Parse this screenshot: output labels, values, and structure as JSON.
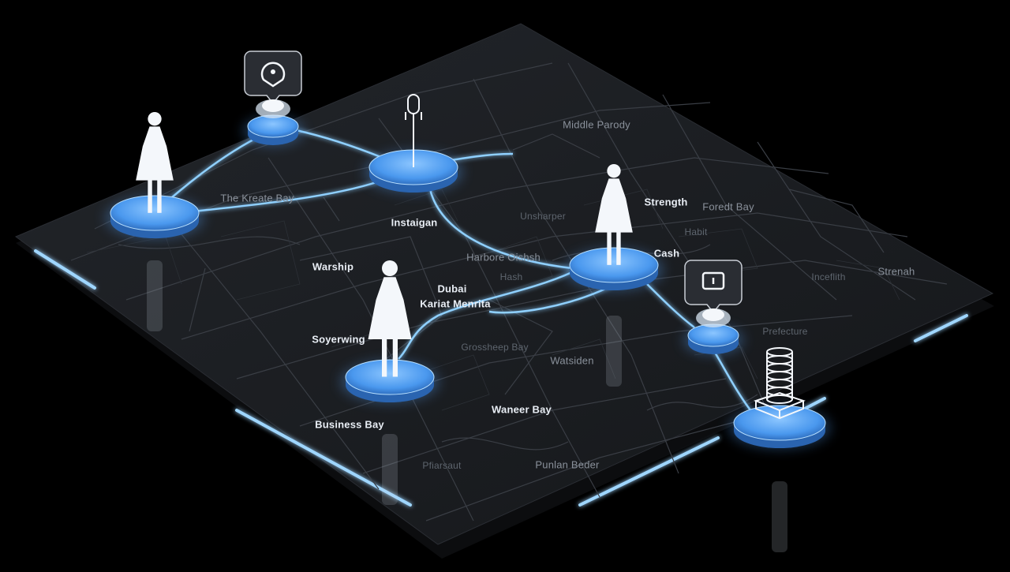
{
  "map": {
    "labels": [
      {
        "id": "the-kreate-bay",
        "text": "The Kreate Bay",
        "tone": "dim"
      },
      {
        "id": "middle-parody",
        "text": "Middle Parody",
        "tone": "dim"
      },
      {
        "id": "instagram",
        "text": "Instaigan",
        "tone": "bright"
      },
      {
        "id": "unsharper",
        "text": "Unsharper",
        "tone": "faint"
      },
      {
        "id": "strength",
        "text": "Strength",
        "tone": "bright"
      },
      {
        "id": "forest-bay",
        "text": "Foredt Bay",
        "tone": "dim"
      },
      {
        "id": "habit",
        "text": "Habit",
        "tone": "faint"
      },
      {
        "id": "cash",
        "text": "Cash",
        "tone": "bright"
      },
      {
        "id": "stranah",
        "text": "Strenah",
        "tone": "dim"
      },
      {
        "id": "inceflith",
        "text": "Inceflith",
        "tone": "faint"
      },
      {
        "id": "warship",
        "text": "Warship",
        "tone": "bright"
      },
      {
        "id": "harbor-dish",
        "text": "Harbore Oishsh",
        "tone": "dim"
      },
      {
        "id": "dubai",
        "text": "Dubai",
        "tone": "bright"
      },
      {
        "id": "market-marina",
        "text": "Kariat Menrita",
        "tone": "bright"
      },
      {
        "id": "hash",
        "text": "Hash",
        "tone": "faint"
      },
      {
        "id": "soperwing",
        "text": "Soyerwing",
        "tone": "bright"
      },
      {
        "id": "grosser-bay",
        "text": "Grossheep Bay",
        "tone": "faint"
      },
      {
        "id": "watsiden",
        "text": "Watsiden",
        "tone": "dim"
      },
      {
        "id": "prefecture",
        "text": "Prefecture",
        "tone": "faint"
      },
      {
        "id": "business-bay",
        "text": "Business Bay",
        "tone": "bright"
      },
      {
        "id": "waneer-bay",
        "text": "Waneer Bay",
        "tone": "bright"
      },
      {
        "id": "punlan-beder",
        "text": "Punlan Beder",
        "tone": "dim"
      },
      {
        "id": "blank-1",
        "text": "Pfiarsaut",
        "tone": "faint"
      }
    ],
    "nodes": [
      {
        "id": "person-left",
        "figure": "person-icon"
      },
      {
        "id": "chat-top",
        "figure": "chat-location-icon"
      },
      {
        "id": "mic-center",
        "figure": "microphone-icon"
      },
      {
        "id": "person-right",
        "figure": "person-icon"
      },
      {
        "id": "person-bottom",
        "figure": "person-icon"
      },
      {
        "id": "chat-right",
        "figure": "chat-message-icon"
      },
      {
        "id": "stack-right",
        "figure": "server-stack-icon"
      }
    ],
    "colors": {
      "background": "#000000",
      "map": "#1a1c20",
      "road": "#3a3e45",
      "glow": "#7fc8ff",
      "platform": "#4a9af0"
    }
  }
}
